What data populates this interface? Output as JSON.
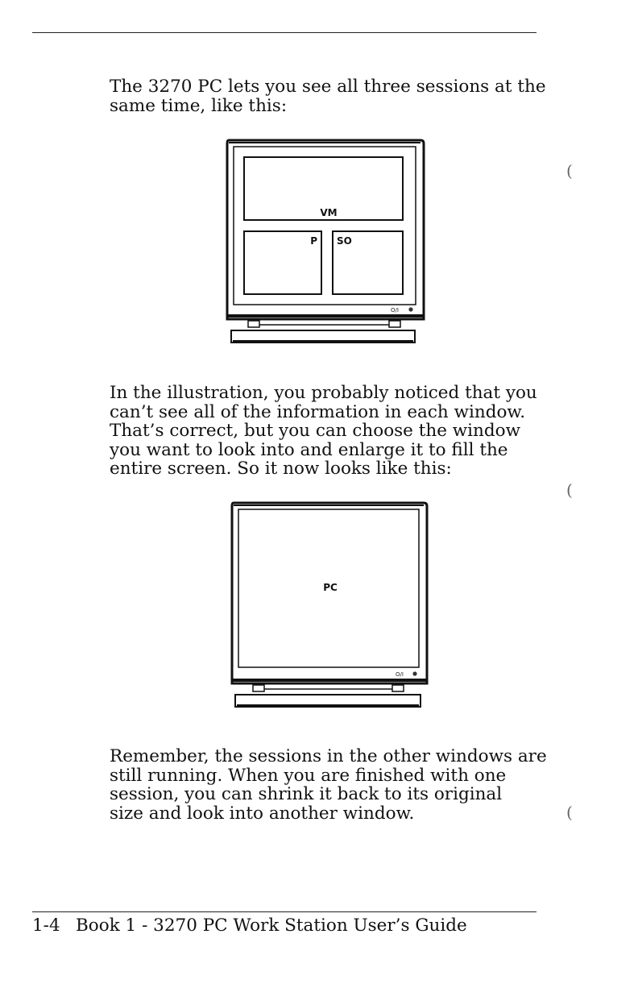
{
  "paragraphs": {
    "p1": [
      "The 3270 PC lets you see all three sessions at the",
      "same time, like this:"
    ],
    "p2": [
      "In the illustration, you probably noticed that you",
      "can’t see all of the information in each window.",
      "That’s correct, but you can choose the window",
      "you want to look into and enlarge it to fill the",
      "entire screen.  So it now looks like this:"
    ],
    "p3": [
      "Remember, the sessions in the other windows are",
      "still running.  When you are finished with one",
      "session, you can shrink it back to its original",
      "size and look into another window."
    ]
  },
  "figure1": {
    "windows": [
      "VM",
      "P",
      "SO"
    ],
    "power_label": "O/I"
  },
  "figure2": {
    "window": "PC",
    "power_label": "O/I"
  },
  "footer": {
    "page_number": "1-4",
    "title": "Book 1 - 3270 PC Work Station User’s Guide"
  }
}
